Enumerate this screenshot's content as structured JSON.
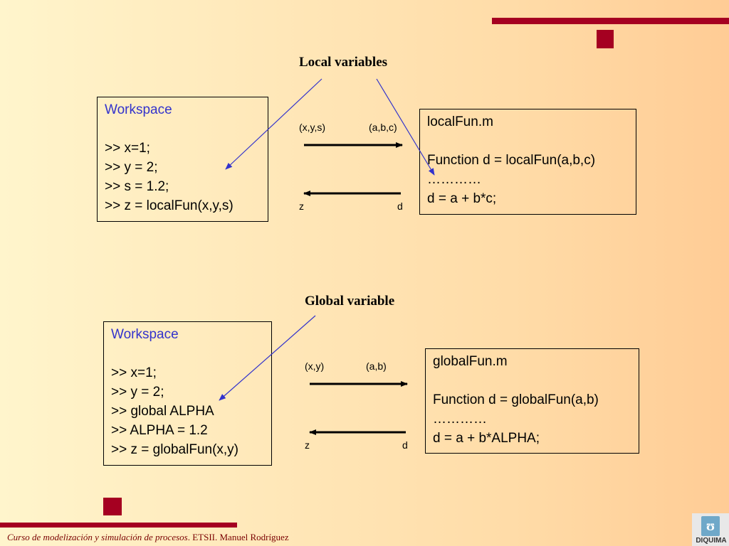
{
  "top": {
    "heading": "Local variables",
    "workspace": {
      "title": "Workspace",
      "lines": [
        ">> x=1;",
        ">> y = 2;",
        ">> s = 1.2;",
        ">> z = localFun(x,y,s)"
      ]
    },
    "function_file": {
      "title": "localFun.m",
      "lines": [
        "Function d = localFun(a,b,c)",
        "…………",
        "d = a + b*c;"
      ]
    },
    "labels": {
      "args_in": "(x,y,s)",
      "params": "(a,b,c)",
      "ret_out": "z",
      "ret_in": "d"
    }
  },
  "bottom": {
    "heading": "Global variable",
    "workspace": {
      "title": "Workspace",
      "lines": [
        ">> x=1;",
        ">> y = 2;",
        ">> global ALPHA",
        ">> ALPHA = 1.2",
        ">> z = globalFun(x,y)"
      ]
    },
    "function_file": {
      "title": "globalFun.m",
      "lines": [
        "Function d = globalFun(a,b)",
        "…………",
        "d = a + b*ALPHA;"
      ]
    },
    "labels": {
      "args_in": "(x,y)",
      "params": "(a,b)",
      "ret_out": "z",
      "ret_in": "d"
    }
  },
  "footer": {
    "course": "Curso de modelización y simulación de procesos",
    "institution": ". ETSII. Manuel Rodríguez"
  },
  "logo": {
    "text": "DIQUIMA"
  },
  "colors": {
    "accent": "#a50021",
    "annotation_arrow": "#3333cc",
    "workspace_title": "#3333cc"
  }
}
